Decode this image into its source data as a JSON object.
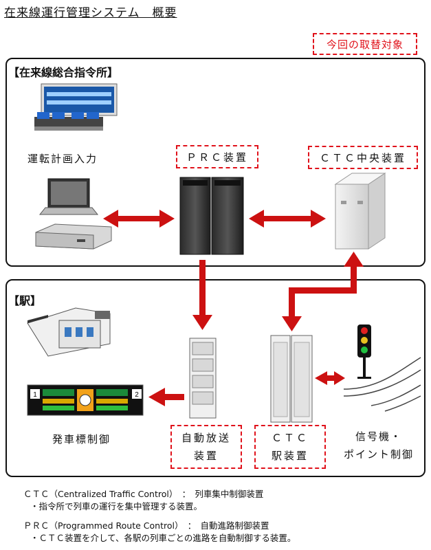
{
  "title": "在来線運行管理システム　概要",
  "legend_label": "今回の取替対象",
  "accent_red": "#e0111a",
  "hq_panel": {
    "title": "【在来線総合指令所】",
    "input_label": "運転計画入力",
    "prc_label": "ＰＲＣ装置",
    "ctc_central_label": "ＣＴＣ中央装置"
  },
  "station_panel": {
    "title": "【駅】",
    "departure_label": "発車標制御",
    "broadcast_line1": "自動放送",
    "broadcast_line2": "装置",
    "ctc_station_line1": "ＣＴＣ",
    "ctc_station_line2": "駅装置",
    "signal_line1": "信号機・",
    "signal_line2": "ポイント制御"
  },
  "departure_board": {
    "left_num": "1",
    "right_num": "2"
  },
  "notes": [
    "ＣＴＣ（Centralized Traffic Control）　：　列車集中制御装置",
    "・指令所で列車の運行を集中管理する装置。",
    "ＰＲＣ（Programmed Route Control）　：　自動進路制御装置",
    "・ＣＴＣ装置を介して、各駅の列車ごとの進路を自動制御する装置。"
  ]
}
